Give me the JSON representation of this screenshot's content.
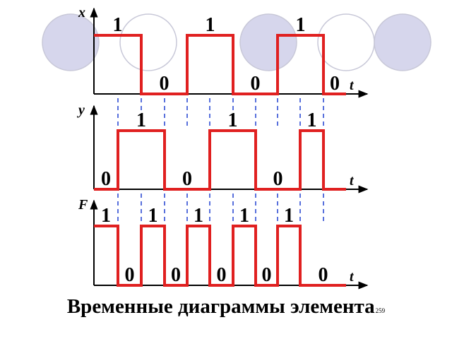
{
  "caption": "Временные диаграммы элемента",
  "slide_number": "259",
  "colors": {
    "signal": "#e02020",
    "axis": "#000000",
    "dash": "#2040d0",
    "circle_fill": "#d6d6ec",
    "circle_stroke": "#c8c8d8"
  },
  "diagrams": [
    {
      "axis_label": "x",
      "time_label": "t",
      "segments": [
        {
          "level": 1,
          "label": "1"
        },
        {
          "level": 0,
          "label": "0"
        },
        {
          "level": 1,
          "label": "1"
        },
        {
          "level": 0,
          "label": "0"
        },
        {
          "level": 1,
          "label": "1"
        },
        {
          "level": 0,
          "label": "0"
        }
      ]
    },
    {
      "axis_label": "y",
      "time_label": "t",
      "segments": [
        {
          "level": 0,
          "label": "0"
        },
        {
          "level": 1,
          "label": "1"
        },
        {
          "level": 0,
          "label": "0"
        },
        {
          "level": 1,
          "label": "1"
        },
        {
          "level": 0,
          "label": "0"
        },
        {
          "level": 1,
          "label": "1"
        },
        {
          "level": 0,
          "label": ""
        }
      ]
    },
    {
      "axis_label": "F",
      "time_label": "t",
      "segments": [
        {
          "level": 1,
          "label": "1"
        },
        {
          "level": 0,
          "label": "0"
        },
        {
          "level": 1,
          "label": "1"
        },
        {
          "level": 0,
          "label": "0"
        },
        {
          "level": 1,
          "label": "1"
        },
        {
          "level": 0,
          "label": "0"
        },
        {
          "level": 1,
          "label": "1"
        },
        {
          "level": 0,
          "label": "0"
        },
        {
          "level": 1,
          "label": "1"
        },
        {
          "level": 0,
          "label": "0"
        }
      ]
    }
  ]
}
